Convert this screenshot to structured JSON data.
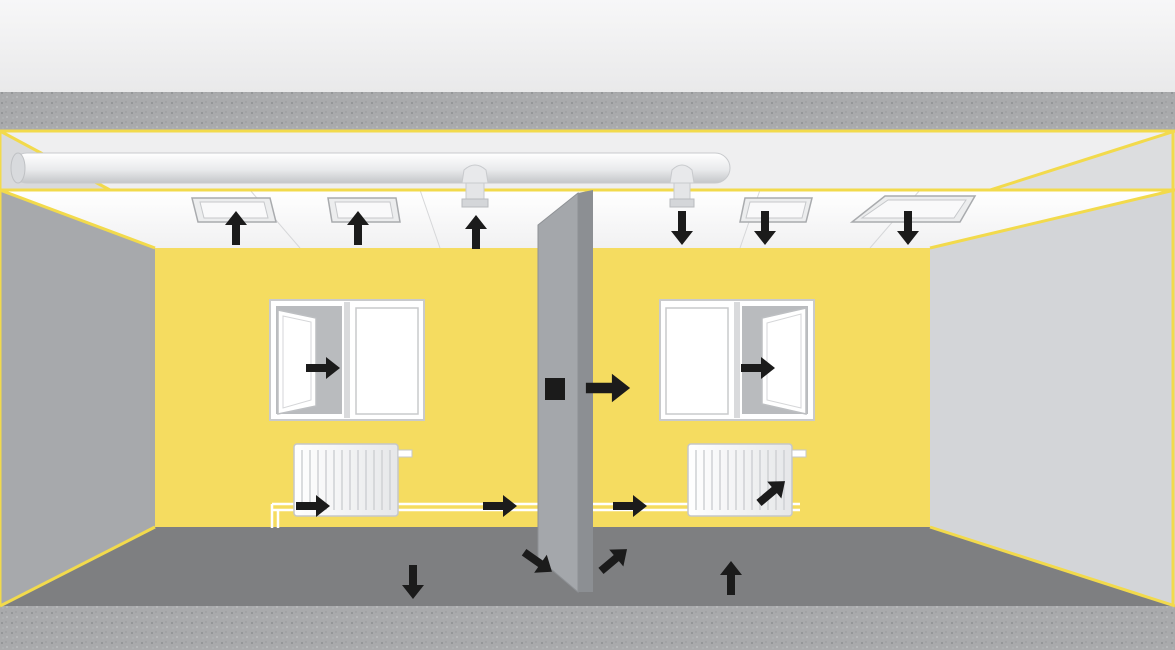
{
  "colors": {
    "wall_yellow": "#F5DC60",
    "trim_yellow": "#F2DA4C",
    "side_wall": "#A7A9AC",
    "side_wall_right": "#D3D5D8",
    "floor": "#7E7F81",
    "concrete": "#A9AAAC",
    "ceiling": "#FFFFFF",
    "duct": "#EDEEF0",
    "partition": "#A4A7AB",
    "arrow": "#1B1B1B"
  },
  "components": [
    {
      "name": "ventilation-duct",
      "icon": "duct-icon"
    },
    {
      "name": "extract-grille",
      "icon": "grille-icon",
      "count": 2
    },
    {
      "name": "supply-grille",
      "icon": "grille-icon",
      "count": 2
    },
    {
      "name": "ceiling-diffuser",
      "icon": "diffuser-icon",
      "count": 2
    },
    {
      "name": "window",
      "icon": "window-icon",
      "count": 2
    },
    {
      "name": "radiator",
      "icon": "radiator-icon",
      "count": 2
    },
    {
      "name": "partition-door",
      "icon": "door-icon"
    }
  ],
  "airflow_arrows": [
    {
      "id": "extract-grille-1",
      "direction": "up"
    },
    {
      "id": "extract-grille-2",
      "direction": "up"
    },
    {
      "id": "extract-diffuser",
      "direction": "up"
    },
    {
      "id": "supply-diffuser",
      "direction": "down"
    },
    {
      "id": "supply-grille-1",
      "direction": "down"
    },
    {
      "id": "supply-grille-2",
      "direction": "down"
    },
    {
      "id": "window-left",
      "direction": "right"
    },
    {
      "id": "transfer-opening",
      "direction": "right"
    },
    {
      "id": "window-right",
      "direction": "right"
    },
    {
      "id": "radiator-left",
      "direction": "right"
    },
    {
      "id": "pipe-left",
      "direction": "right"
    },
    {
      "id": "pipe-right",
      "direction": "right"
    },
    {
      "id": "radiator-right",
      "direction": "up-right"
    },
    {
      "id": "floor-left",
      "direction": "down"
    },
    {
      "id": "door-undercut-left",
      "direction": "down-right"
    },
    {
      "id": "door-undercut-right",
      "direction": "up-right"
    },
    {
      "id": "floor-right",
      "direction": "up"
    }
  ]
}
